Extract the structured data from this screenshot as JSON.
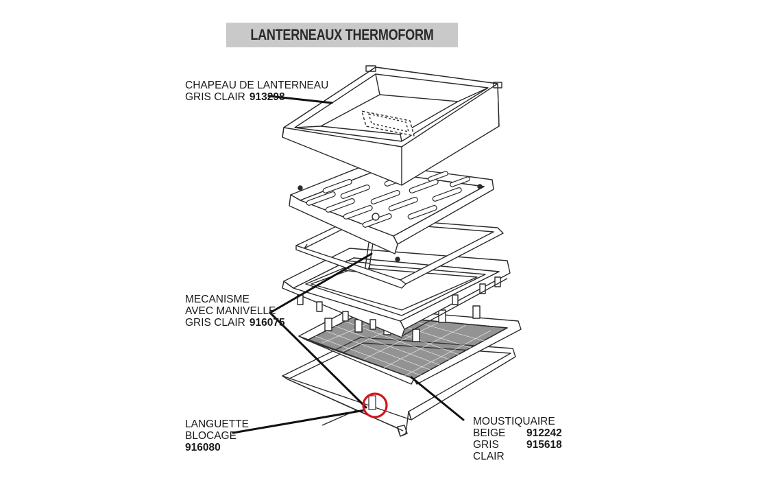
{
  "title": "LANTERNEAUX THERMOFORM",
  "parts": {
    "chapeau": {
      "line1": "CHAPEAU DE LANTERNEAU",
      "line2": "GRIS CLAIR",
      "ref": "913298"
    },
    "mecanisme": {
      "line1": "MECANISME",
      "line2": "AVEC MANIVELLE",
      "line3": "GRIS CLAIR",
      "ref": "916075"
    },
    "languette": {
      "line1": "LANGUETTE",
      "line2": "BLOCAGE",
      "ref": "916080"
    },
    "moustiquaire": {
      "line1": "MOUSTIQUAIRE",
      "variants": [
        {
          "color": "BEIGE",
          "ref": "912242"
        },
        {
          "color": "GRIS CLAIR",
          "ref": "915618"
        }
      ]
    }
  },
  "highlight_color": "#d4141c"
}
